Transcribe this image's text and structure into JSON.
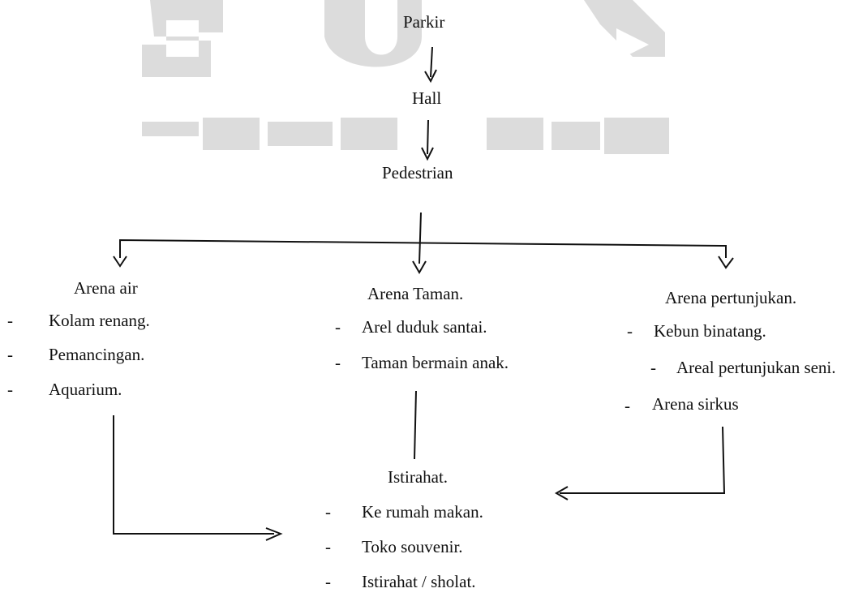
{
  "watermark": {
    "color": "#d6d6d6"
  },
  "nodes": {
    "parkir": "Parkir",
    "hall": "Hall",
    "pedestrian": "Pedestrian",
    "arena_air": {
      "title": "Arena air",
      "items": [
        "Kolam renang.",
        "Pemancingan.",
        "Aquarium."
      ]
    },
    "arena_taman": {
      "title": "Arena Taman.",
      "items": [
        "Arel duduk santai.",
        "Taman bermain anak."
      ]
    },
    "arena_pertunjukan": {
      "title": "Arena pertunjukan.",
      "items": [
        "Kebun binatang.",
        "Areal pertunjukan seni.",
        "Arena sirkus"
      ]
    },
    "istirahat": {
      "title": "Istirahat.",
      "items": [
        "Ke rumah makan.",
        "Toko souvenir.",
        "Istirahat / sholat."
      ]
    }
  },
  "bullet_glyph": "-"
}
